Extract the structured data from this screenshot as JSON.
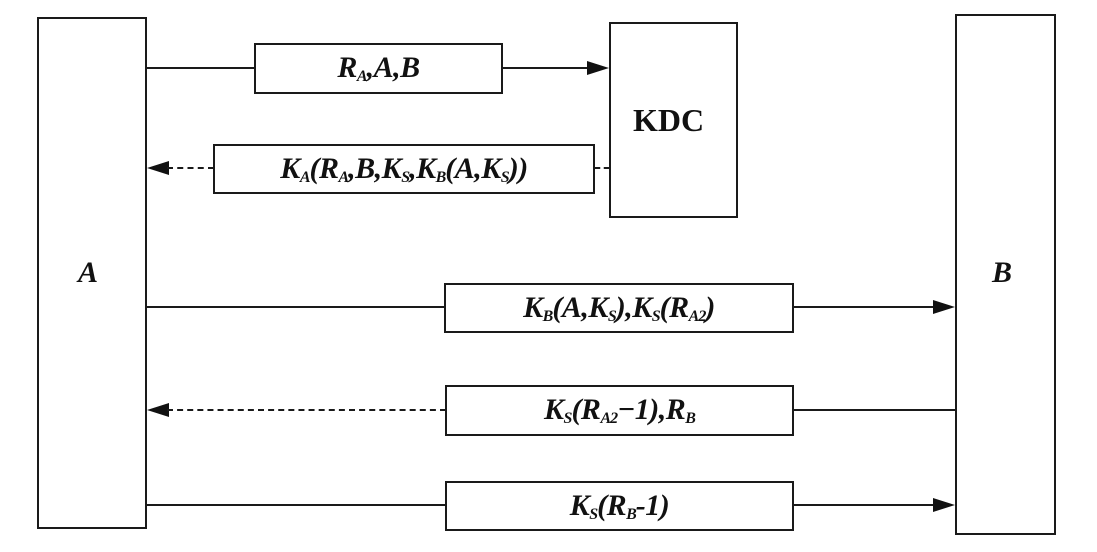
{
  "entities": {
    "a": {
      "label": "A"
    },
    "b": {
      "label": "B"
    },
    "kdc": {
      "label": "KDC"
    }
  },
  "messages": [
    {
      "id": "m1",
      "from": "A",
      "to": "KDC",
      "direction": "right",
      "style": "solid",
      "text": "RA,A,B",
      "parts": [
        [
          "R",
          "A"
        ],
        [
          ",A,B",
          ""
        ]
      ]
    },
    {
      "id": "m2",
      "from": "KDC",
      "to": "A",
      "direction": "left",
      "style": "dashed",
      "text": "KA(RA,B,KS,KB(A,KS))",
      "parts": [
        [
          "K",
          "A"
        ],
        [
          "(R",
          "A"
        ],
        [
          ",B,K",
          "S"
        ],
        [
          ",K",
          "B"
        ],
        [
          "(A,K",
          "S"
        ],
        [
          "))",
          ""
        ]
      ]
    },
    {
      "id": "m3",
      "from": "A",
      "to": "B",
      "direction": "right",
      "style": "solid",
      "text": "KB(A,KS),KS(RA2)",
      "parts": [
        [
          "K",
          "B"
        ],
        [
          "(A,K",
          "S"
        ],
        [
          "),K",
          "S"
        ],
        [
          "(R",
          "A2"
        ],
        [
          ")",
          ""
        ]
      ]
    },
    {
      "id": "m4",
      "from": "B",
      "to": "A",
      "direction": "left",
      "style": "dashed",
      "text": "KS(RA2-1),RB",
      "parts": [
        [
          "K",
          "S"
        ],
        [
          "(R",
          "A2"
        ],
        [
          "−1),R",
          "B"
        ]
      ]
    },
    {
      "id": "m5",
      "from": "A",
      "to": "B",
      "direction": "right",
      "style": "solid",
      "text": "KS(RB-1)",
      "parts": [
        [
          "K",
          "S"
        ],
        [
          "(R",
          "B"
        ],
        [
          "-1)",
          ""
        ]
      ]
    }
  ]
}
